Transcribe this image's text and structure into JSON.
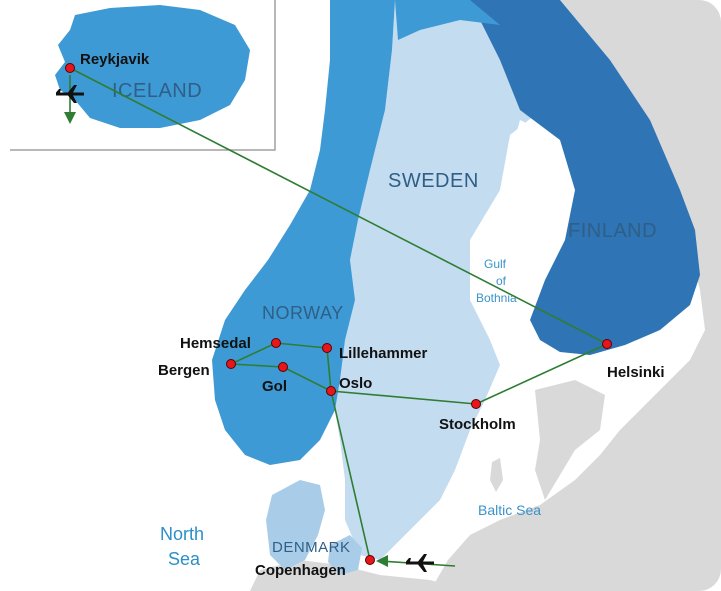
{
  "countries": {
    "iceland": "ICELAND",
    "sweden": "SWEDEN",
    "finland": "FINLAND",
    "norway": "NORWAY",
    "denmark": "DENMARK"
  },
  "seas": {
    "north_sea_line1": "North",
    "north_sea_line2": "Sea",
    "baltic": "Baltic Sea",
    "gulf_line1": "Gulf",
    "gulf_line2": "of",
    "gulf_line3": "Bothnia"
  },
  "cities": {
    "reykjavik": "Reykjavik",
    "helsinki": "Helsinki",
    "hemsedal": "Hemsedal",
    "lillehammer": "Lillehammer",
    "bergen": "Bergen",
    "gol": "Gol",
    "oslo": "Oslo",
    "stockholm": "Stockholm",
    "copenhagen": "Copenhagen"
  },
  "colors": {
    "sea": "#ffffff",
    "land_other": "#d9d9d9",
    "sweden": "#c3dcf0",
    "norway": "#3d9ad5",
    "finland": "#2f74b5",
    "iceland": "#3d9ad5",
    "denmark": "#a9cde9",
    "route": "#2e7d32",
    "city_marker": "#e8151b"
  },
  "icons": [
    "airplane-icon-reykjavik",
    "airplane-icon-copenhagen"
  ]
}
